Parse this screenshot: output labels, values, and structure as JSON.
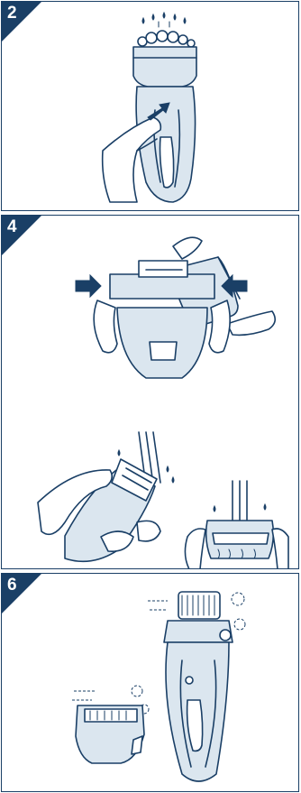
{
  "steps": [
    {
      "number": "2",
      "illustration": "shaver-rinse-head-under-water"
    },
    {
      "number": "4",
      "illustration": "remove-outer-foil-and-rinse-parts"
    },
    {
      "number": "6",
      "illustration": "shake-and-dry-shaver-and-foil"
    }
  ],
  "colors": {
    "accent": "#1a3f66",
    "fill": "#dbe6ef"
  }
}
